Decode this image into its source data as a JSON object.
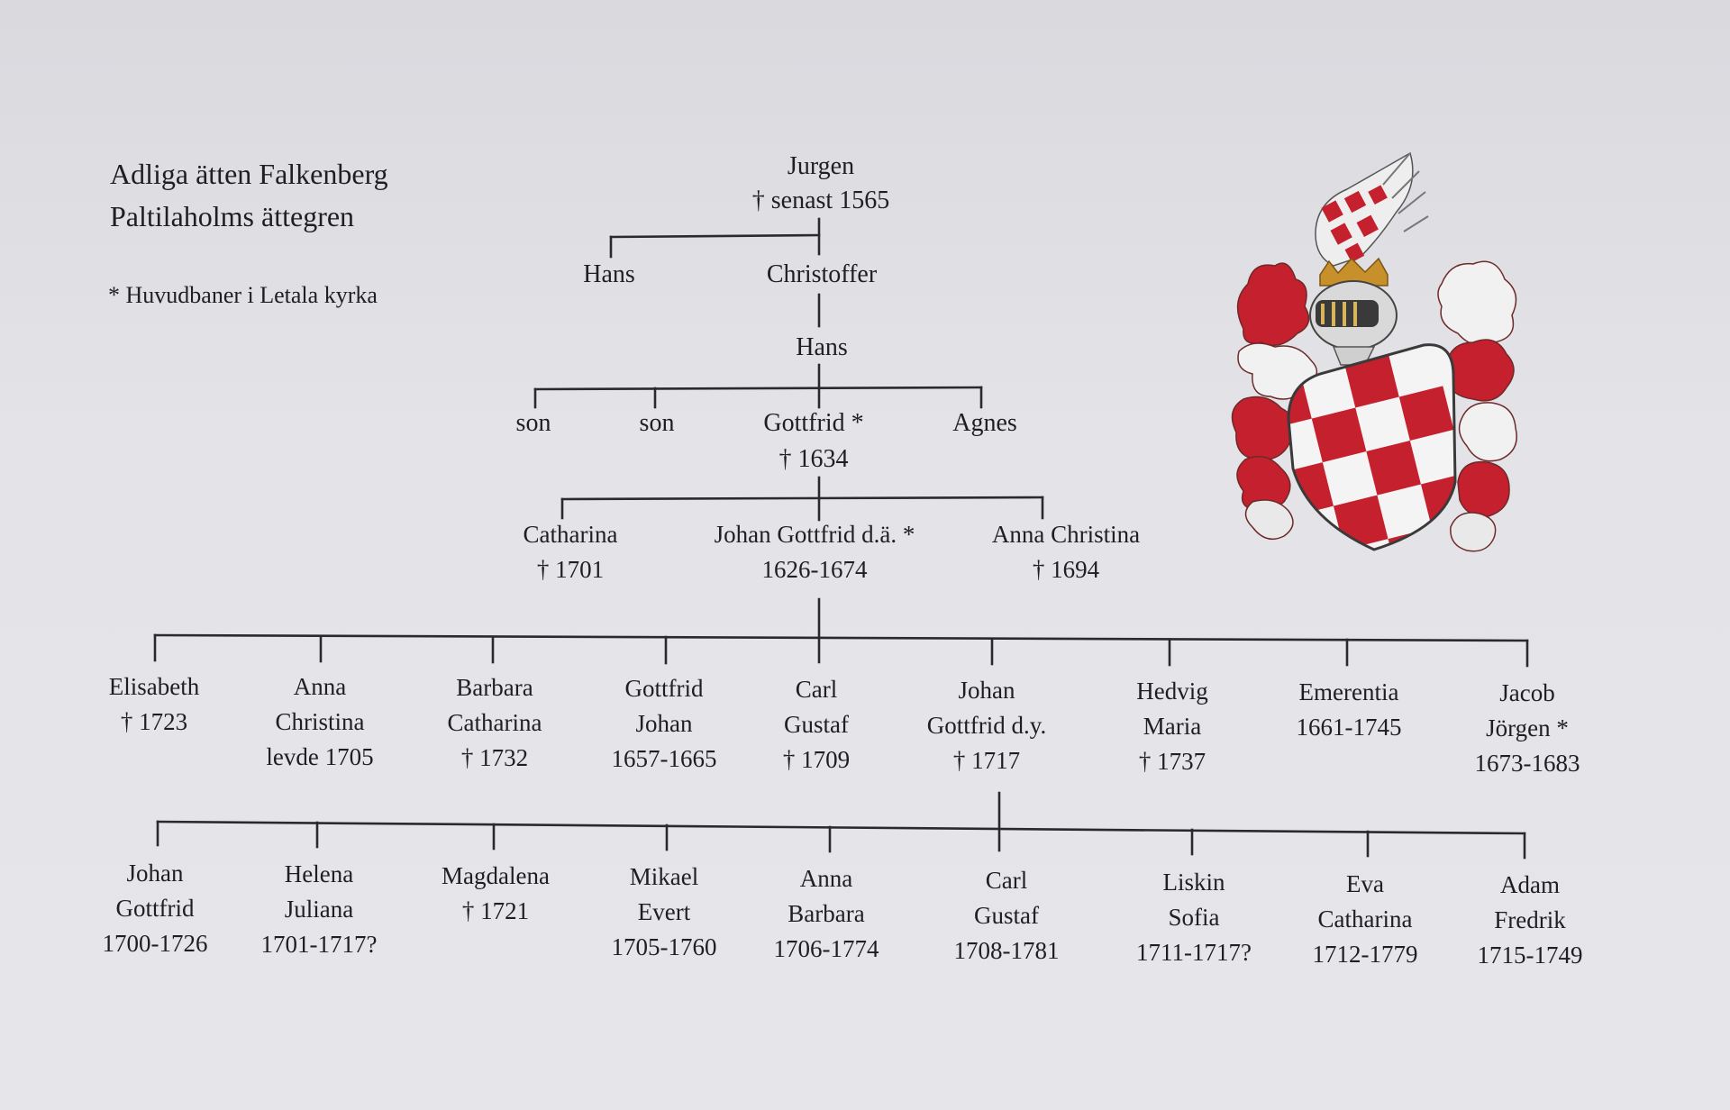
{
  "title": {
    "line1": "Adliga ätten Falkenberg",
    "line2": "Paltilaholms ättegren"
  },
  "footnote": "* Huvudbaner i Letala kyrka",
  "tree": {
    "root": {
      "lines": [
        "Jurgen",
        "† senast 1565"
      ]
    },
    "gen1": [
      {
        "lines": [
          "Hans"
        ]
      },
      {
        "lines": [
          "Christoffer"
        ]
      }
    ],
    "gen1b": {
      "lines": [
        "Hans"
      ]
    },
    "gen2": [
      {
        "lines": [
          "son"
        ]
      },
      {
        "lines": [
          "son"
        ]
      },
      {
        "lines": [
          "Gottfrid *",
          "† 1634"
        ]
      },
      {
        "lines": [
          "Agnes"
        ]
      }
    ],
    "gen3": [
      {
        "lines": [
          "Catharina",
          "† 1701"
        ]
      },
      {
        "lines": [
          "Johan Gottfrid d.ä. *",
          "1626-1674"
        ]
      },
      {
        "lines": [
          "Anna Christina",
          "† 1694"
        ]
      }
    ],
    "gen4": [
      {
        "lines": [
          "Elisabeth",
          "† 1723"
        ]
      },
      {
        "lines": [
          "Anna",
          "Christina",
          "levde 1705"
        ]
      },
      {
        "lines": [
          "Barbara",
          "Catharina",
          "† 1732"
        ]
      },
      {
        "lines": [
          "Gottfrid",
          "Johan",
          "1657-1665"
        ]
      },
      {
        "lines": [
          "Carl",
          "Gustaf",
          "† 1709"
        ]
      },
      {
        "lines": [
          "Johan",
          "Gottfrid d.y.",
          "† 1717"
        ]
      },
      {
        "lines": [
          "Hedvig",
          "Maria",
          "† 1737"
        ]
      },
      {
        "lines": [
          "Emerentia",
          "1661-1745"
        ]
      },
      {
        "lines": [
          "Jacob",
          "Jörgen *",
          "1673-1683"
        ]
      }
    ],
    "gen5": [
      {
        "lines": [
          "Johan",
          "Gottfrid",
          "1700-1726"
        ]
      },
      {
        "lines": [
          "Helena",
          "Juliana",
          "1701-1717?"
        ]
      },
      {
        "lines": [
          "Magdalena",
          "† 1721"
        ]
      },
      {
        "lines": [
          "Mikael",
          "Evert",
          "1705-1760"
        ]
      },
      {
        "lines": [
          "Anna",
          "Barbara",
          "1706-1774"
        ]
      },
      {
        "lines": [
          "Carl",
          "Gustaf",
          "1708-1781"
        ]
      },
      {
        "lines": [
          "Liskin",
          "Sofia",
          "1711-1717?"
        ]
      },
      {
        "lines": [
          "Eva",
          "Catharina",
          "1712-1779"
        ]
      },
      {
        "lines": [
          "Adam",
          "Fredrik",
          "1715-1749"
        ]
      }
    ]
  },
  "colors": {
    "ink": "#1f1f22",
    "shield_red": "#c4202d",
    "shield_white": "#f4f4f4"
  }
}
